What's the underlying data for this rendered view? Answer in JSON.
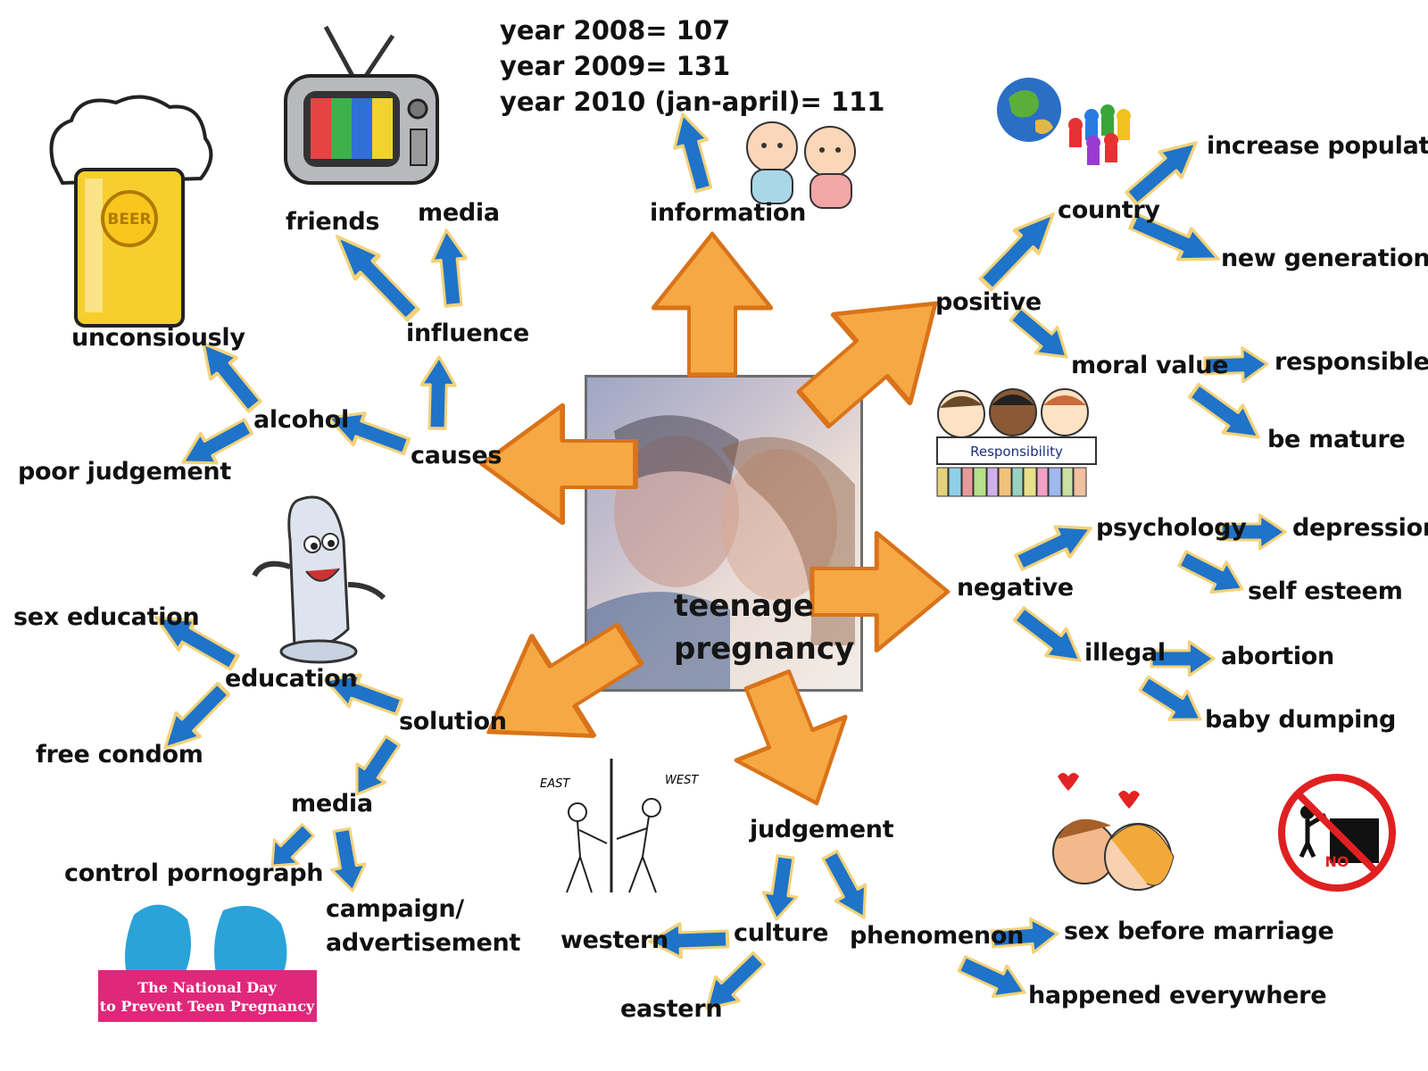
{
  "colors": {
    "big_arrow_fill": "#f6a843",
    "big_arrow_stroke": "#d9731a",
    "small_arrow_fill": "#1f73c8",
    "small_arrow_border": "#f2d27a",
    "text": "#111111",
    "no_sign": "#e02020",
    "banner": "#e0287a"
  },
  "stats": {
    "line1": "year 2008= 107",
    "line2": "year 2009= 131",
    "line3": "year 2010 (jan-april)= 111"
  },
  "center": {
    "line1": "teenage",
    "line2": "pregnancy"
  },
  "nodes": {
    "information": "information",
    "positive": "positive",
    "country": "country",
    "increase_population": "increase population",
    "new_generation": "new generation",
    "moral_value": "moral value",
    "responsible": "responsible",
    "be_mature": "be mature",
    "negative": "negative",
    "psychology": "psychology",
    "depression": "depression",
    "self_esteem": "self esteem",
    "illegal": "illegal",
    "abortion": "abortion",
    "baby_dumping": "baby dumping",
    "judgement": "judgement",
    "culture": "culture",
    "western": "western",
    "eastern": "eastern",
    "phenomenon": "phenomenon",
    "sex_before_marriage": "sex before marriage",
    "happened_everywhere": "happened everywhere",
    "solution": "solution",
    "education": "education",
    "sex_education": "sex education",
    "free_condom": "free condom",
    "media_solution": "media",
    "control_pornograph": "control pornograph",
    "campaign_line1": "campaign/",
    "campaign_line2": "advertisement",
    "causes": "causes",
    "alcohol": "alcohol",
    "unconsiously": "unconsiously",
    "poor_judgement": "poor judgement",
    "influence": "influence",
    "friends": "friends",
    "media_cause": "media"
  },
  "images": {
    "responsibility_label": "Responsibility",
    "beer_label": "BEER",
    "east_label": "EAST",
    "west_label": "WEST",
    "no_label": "NO",
    "banner_line1": "The National Day",
    "banner_line2": "to Prevent Teen Pregnancy",
    "icons": [
      "beer-mug-icon",
      "tv-icon",
      "babies-icon",
      "globe-icon",
      "kids-icon",
      "condom-mascot-icon",
      "east-west-icon",
      "kissing-couple-icon",
      "no-sign-icon",
      "couple-poster-icon"
    ]
  }
}
